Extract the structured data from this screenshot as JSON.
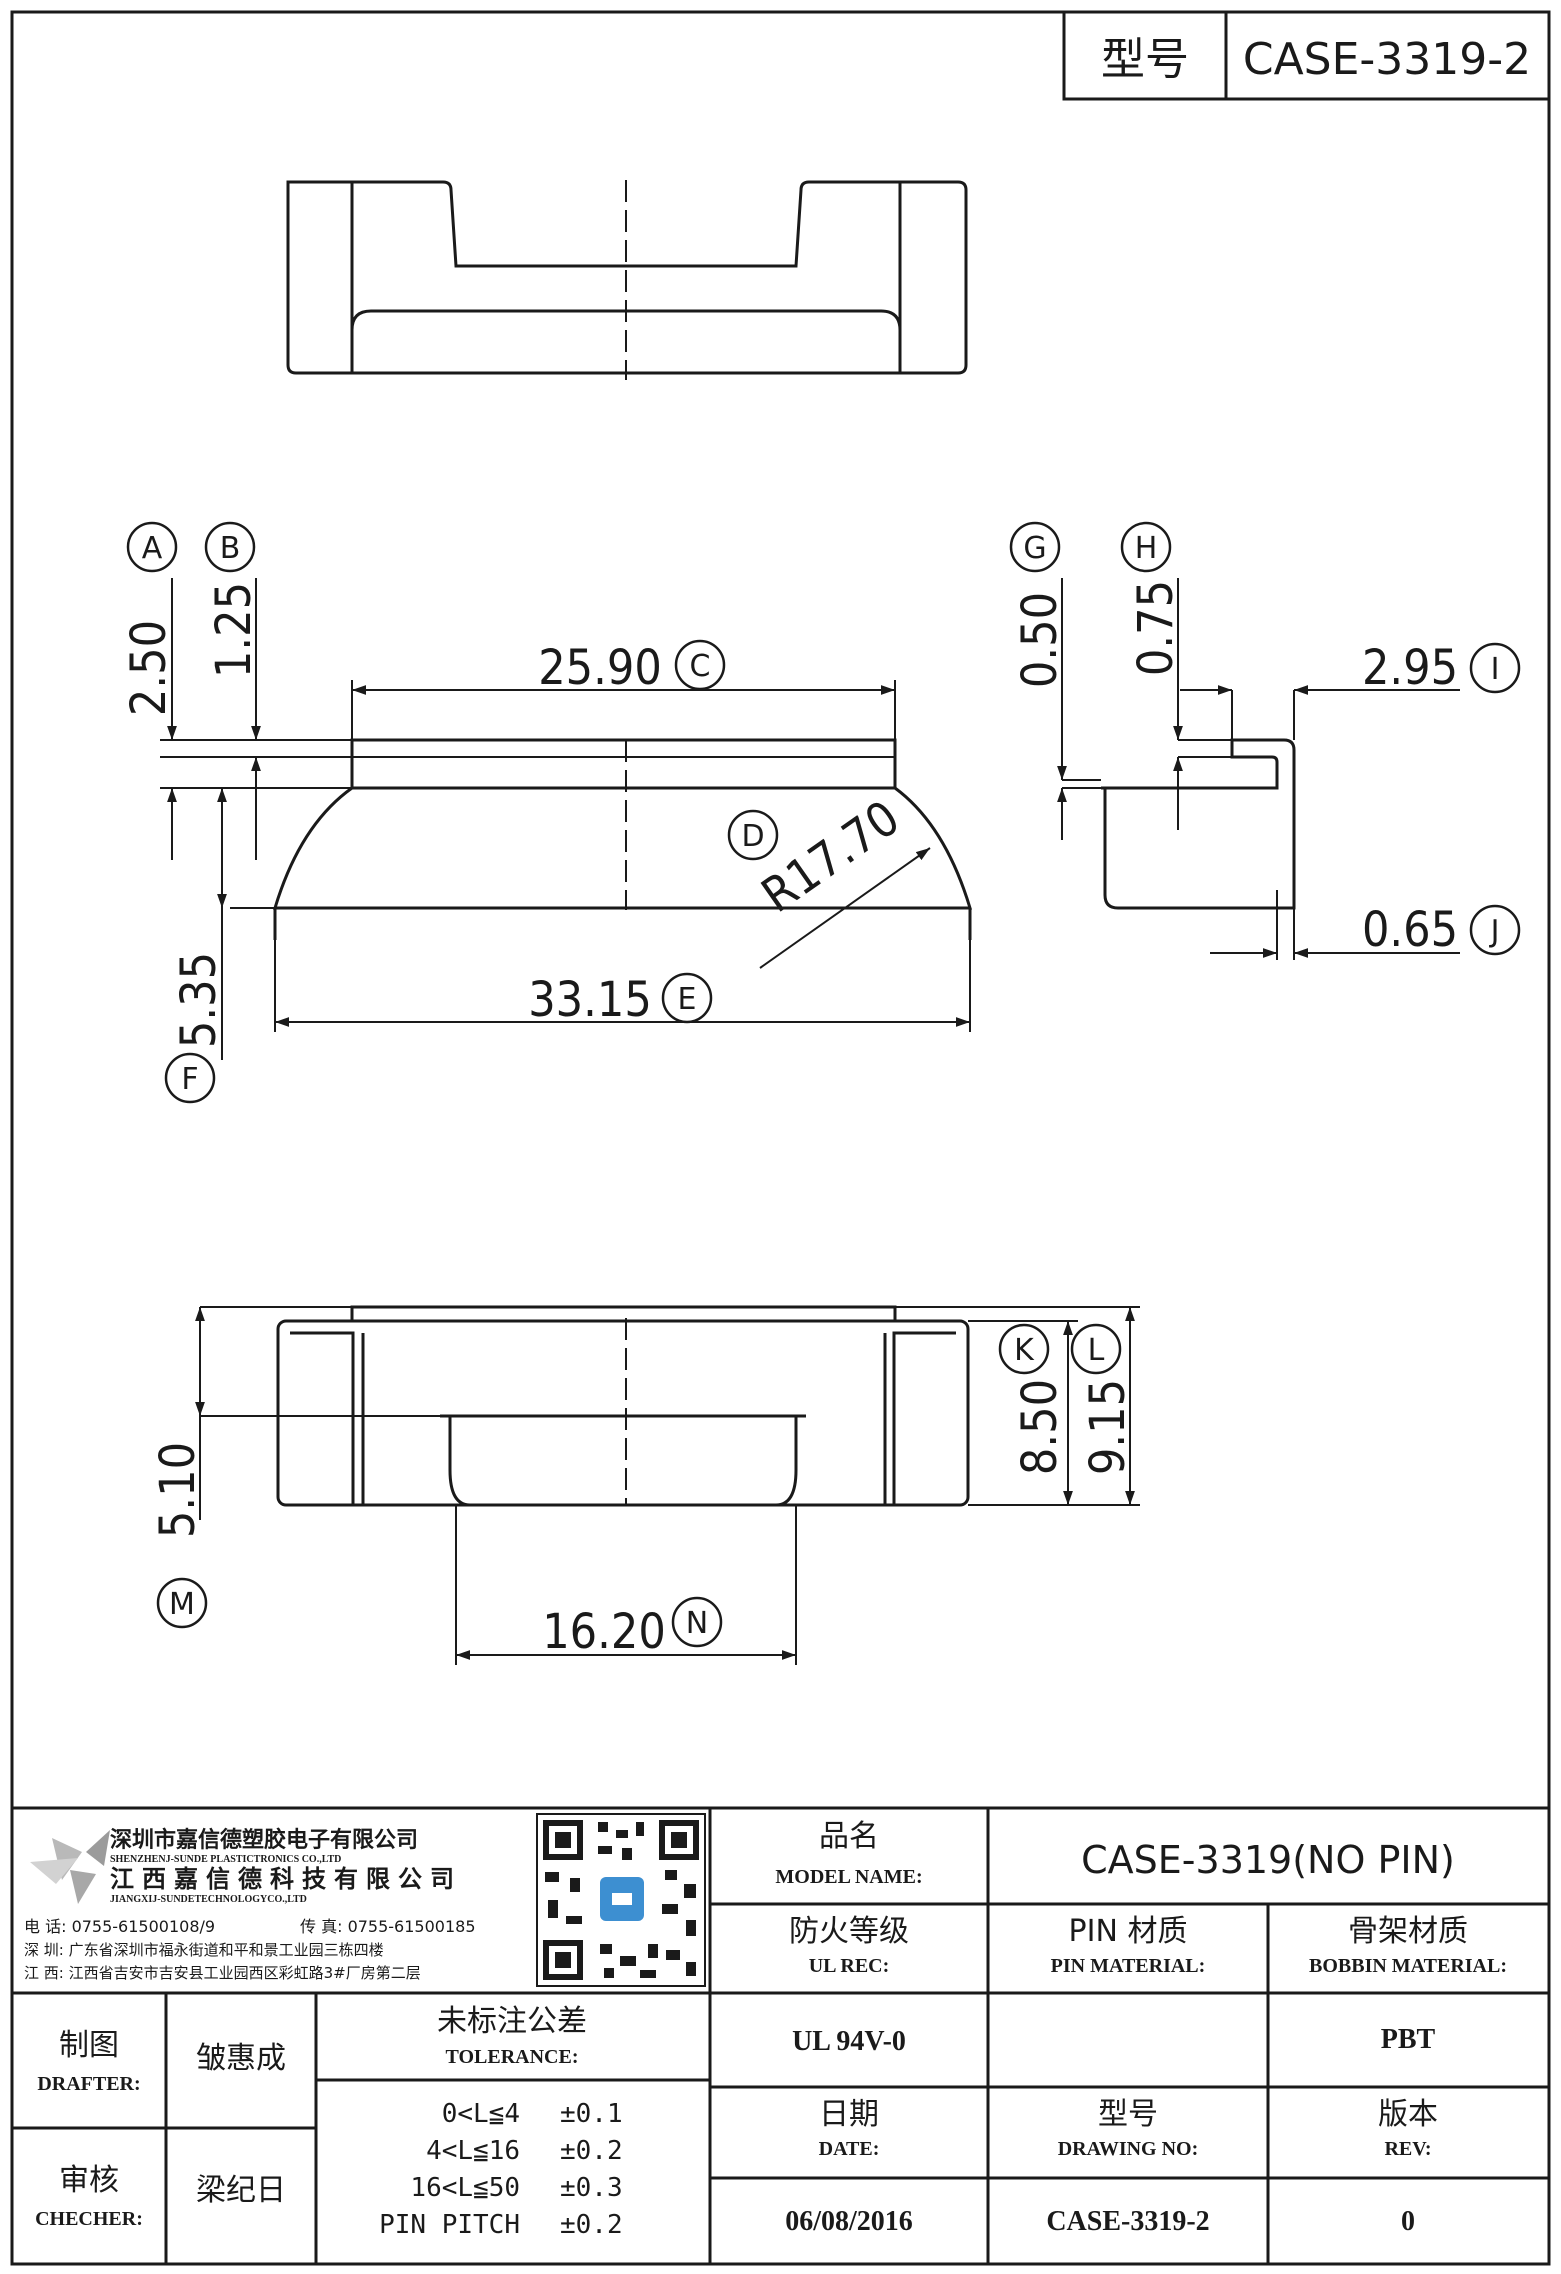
{
  "header": {
    "type_label": "型号",
    "type_value": "CASE-3319-2"
  },
  "dimensions": {
    "A": {
      "letter": "A",
      "value": "2.50"
    },
    "B": {
      "letter": "B",
      "value": "1.25"
    },
    "C": {
      "letter": "C",
      "value": "25.90"
    },
    "D": {
      "letter": "D",
      "value": "R17.70"
    },
    "E": {
      "letter": "E",
      "value": "33.15"
    },
    "F": {
      "letter": "F",
      "value": "5.35"
    },
    "G": {
      "letter": "G",
      "value": "0.50"
    },
    "H": {
      "letter": "H",
      "value": "0.75"
    },
    "I": {
      "letter": "I",
      "value": "2.95"
    },
    "J": {
      "letter": "J",
      "value": "0.65"
    },
    "K": {
      "letter": "K",
      "value": "8.50"
    },
    "L": {
      "letter": "L",
      "value": "9.15"
    },
    "M": {
      "letter": "M",
      "value": "5.10"
    },
    "N": {
      "letter": "N",
      "value": "16.20"
    }
  },
  "company": {
    "name_cn_1": "深圳市嘉信德塑胶电子有限公司",
    "name_en_1": "SHENZHENJ-SUNDE PLASTICTRONICS CO.,LTD",
    "name_cn_2": "江西嘉信德科技有限公司",
    "name_en_2": "JIANGXIJ-SUNDETECHNOLOGYCO.,LTD",
    "phone": "电 话: 0755-61500108/9",
    "fax": "传 真: 0755-61500185",
    "addr_sz": "深 圳: 广东省深圳市福永街道和平和景工业园三栋四楼",
    "addr_jx": "江 西: 江西省吉安市吉安县工业园西区彩虹路3#厂房第二层"
  },
  "title_block": {
    "model_name_cn": "品名",
    "model_name_en": "MODEL NAME:",
    "model_name_value": "CASE-3319(NO PIN)",
    "ul_rec_cn": "防火等级",
    "ul_rec_en": "UL REC:",
    "ul_rec_value": "UL 94V-0",
    "pin_material_cn": "PIN 材质",
    "pin_material_en": "PIN MATERIAL:",
    "pin_material_value": "",
    "bobbin_material_cn": "骨架材质",
    "bobbin_material_en": "BOBBIN MATERIAL:",
    "bobbin_material_value": "PBT",
    "drafter_cn": "制图",
    "drafter_en": "DRAFTER:",
    "drafter_name": "皱惠成",
    "checker_cn": "审核",
    "checker_en": "CHECHER:",
    "checker_name": "梁纪日",
    "tolerance_cn": "未标注公差",
    "tolerance_en": "TOLERANCE:",
    "tolerance_rows": [
      {
        "range": "0<L≦4",
        "value": "±0.1"
      },
      {
        "range": "4<L≦16",
        "value": "±0.2"
      },
      {
        "range": "16<L≦50",
        "value": "±0.3"
      },
      {
        "range": "PIN PITCH",
        "value": "±0.2"
      }
    ],
    "date_cn": "日期",
    "date_en": "DATE:",
    "date_value": "06/08/2016",
    "drawing_no_cn": "型号",
    "drawing_no_en": "DRAWING NO:",
    "drawing_no_value": "CASE-3319-2",
    "rev_cn": "版本",
    "rev_en": "REV:",
    "rev_value": "0"
  }
}
